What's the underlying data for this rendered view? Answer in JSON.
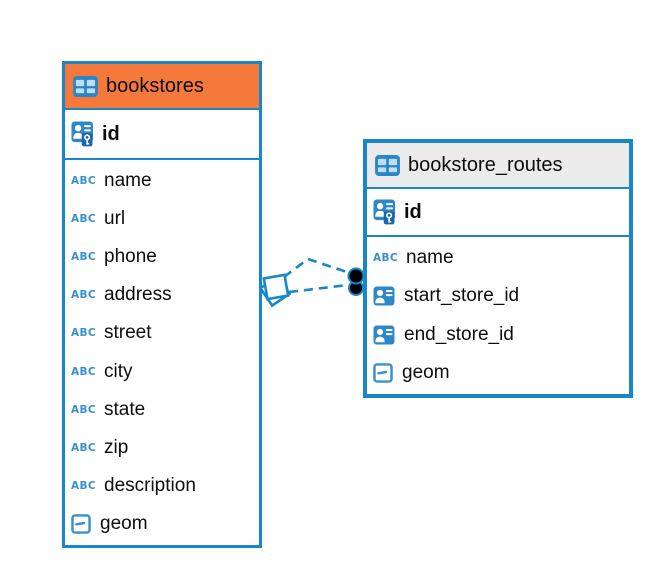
{
  "diagram": {
    "kind": "entity-relationship-diagram",
    "background": "#ffffff",
    "accent_color": "#1787C9",
    "icons": {
      "text_glyph": "ABC"
    },
    "tables": [
      {
        "name": "bookstores",
        "header_color": "#F5793B",
        "primary_key": {
          "name": "id"
        },
        "columns": [
          {
            "name": "name",
            "type": "text"
          },
          {
            "name": "url",
            "type": "text"
          },
          {
            "name": "phone",
            "type": "text"
          },
          {
            "name": "address",
            "type": "text"
          },
          {
            "name": "street",
            "type": "text"
          },
          {
            "name": "city",
            "type": "text"
          },
          {
            "name": "state",
            "type": "text"
          },
          {
            "name": "zip",
            "type": "text"
          },
          {
            "name": "description",
            "type": "text"
          },
          {
            "name": "geom",
            "type": "geometry"
          }
        ]
      },
      {
        "name": "bookstore_routes",
        "header_color": "#EBEBEB",
        "primary_key": {
          "name": "id"
        },
        "columns": [
          {
            "name": "name",
            "type": "text"
          },
          {
            "name": "start_store_id",
            "type": "reference"
          },
          {
            "name": "end_store_id",
            "type": "reference"
          },
          {
            "name": "geom",
            "type": "geometry"
          }
        ]
      }
    ],
    "relationships": [
      {
        "from": "bookstore_routes",
        "to": "bookstores",
        "line_style": "dashed"
      },
      {
        "from": "bookstore_routes",
        "to": "bookstores",
        "line_style": "dashed"
      }
    ]
  }
}
